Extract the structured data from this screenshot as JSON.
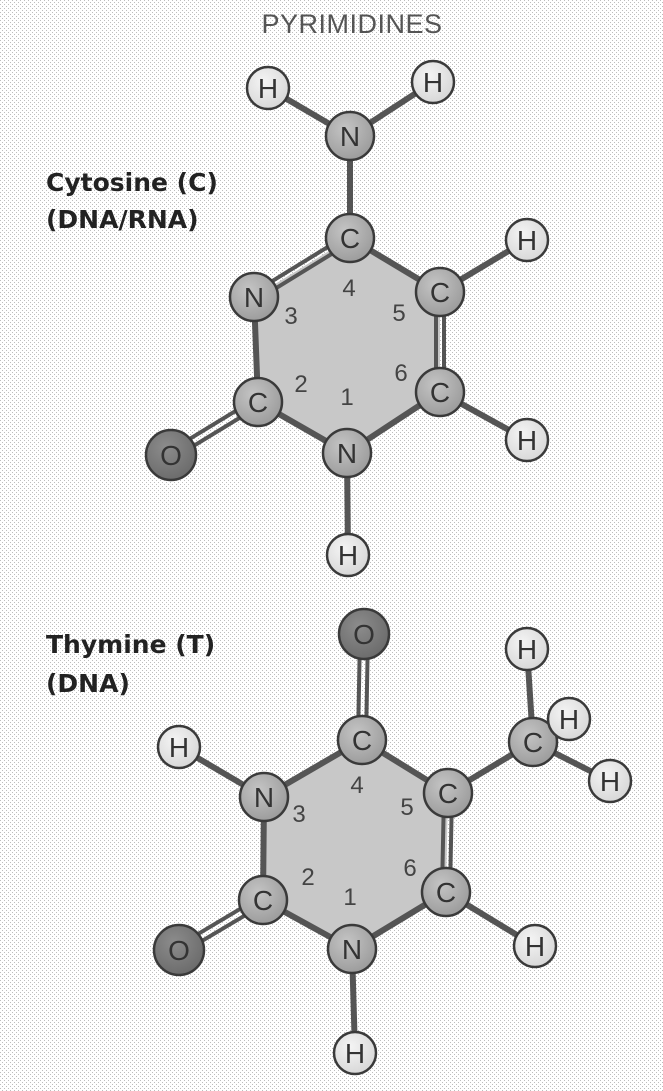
{
  "heading": "PYRIMIDINES",
  "colors": {
    "background_dots": "#bdbdbd",
    "ring_fill": "#c8c8c8",
    "bond": "#555555",
    "hydrogen": "#d6d6d6",
    "carbon_nitrogen": "#9a9a9a",
    "oxygen": "#6a6a6a"
  },
  "molecules": [
    {
      "name_line1": "Cytosine (C)",
      "name_line2": "(DNA/RNA)",
      "atoms": [
        {
          "id": "N_amine",
          "symbol": "N"
        },
        {
          "id": "H_amine_left",
          "symbol": "H"
        },
        {
          "id": "H_amine_right",
          "symbol": "H"
        },
        {
          "id": "C4",
          "symbol": "C"
        },
        {
          "id": "C5",
          "symbol": "C"
        },
        {
          "id": "C6",
          "symbol": "C"
        },
        {
          "id": "N1",
          "symbol": "N"
        },
        {
          "id": "C2",
          "symbol": "C"
        },
        {
          "id": "N3",
          "symbol": "N"
        },
        {
          "id": "O2",
          "symbol": "O"
        },
        {
          "id": "H5",
          "symbol": "H"
        },
        {
          "id": "H6",
          "symbol": "H"
        },
        {
          "id": "H1",
          "symbol": "H"
        }
      ],
      "bonds": [
        {
          "from": "N_amine",
          "to": "H_amine_left",
          "order": 1
        },
        {
          "from": "N_amine",
          "to": "H_amine_right",
          "order": 1
        },
        {
          "from": "N_amine",
          "to": "C4",
          "order": 1
        },
        {
          "from": "C4",
          "to": "C5",
          "order": 1
        },
        {
          "from": "C5",
          "to": "C6",
          "order": 2
        },
        {
          "from": "C6",
          "to": "N1",
          "order": 1
        },
        {
          "from": "N1",
          "to": "C2",
          "order": 1
        },
        {
          "from": "C2",
          "to": "N3",
          "order": 1
        },
        {
          "from": "N3",
          "to": "C4",
          "order": 2
        },
        {
          "from": "C2",
          "to": "O2",
          "order": 2
        },
        {
          "from": "C5",
          "to": "H5",
          "order": 1
        },
        {
          "from": "C6",
          "to": "H6",
          "order": 1
        },
        {
          "from": "N1",
          "to": "H1",
          "order": 1
        }
      ],
      "positions": [
        "1",
        "2",
        "3",
        "4",
        "5",
        "6"
      ]
    },
    {
      "name_line1": "Thymine (T)",
      "name_line2": "(DNA)",
      "atoms": [
        {
          "id": "O4",
          "symbol": "O"
        },
        {
          "id": "C4",
          "symbol": "C"
        },
        {
          "id": "C5",
          "symbol": "C"
        },
        {
          "id": "C6",
          "symbol": "C"
        },
        {
          "id": "N1",
          "symbol": "N"
        },
        {
          "id": "C2",
          "symbol": "C"
        },
        {
          "id": "N3",
          "symbol": "N"
        },
        {
          "id": "O2",
          "symbol": "O"
        },
        {
          "id": "H3",
          "symbol": "H"
        },
        {
          "id": "C_methyl",
          "symbol": "C"
        },
        {
          "id": "H_methyl_top",
          "symbol": "H"
        },
        {
          "id": "H_methyl_mid",
          "symbol": "H"
        },
        {
          "id": "H_methyl_right",
          "symbol": "H"
        },
        {
          "id": "H6",
          "symbol": "H"
        },
        {
          "id": "H1",
          "symbol": "H"
        }
      ],
      "bonds": [
        {
          "from": "O4",
          "to": "C4",
          "order": 2
        },
        {
          "from": "C4",
          "to": "C5",
          "order": 1
        },
        {
          "from": "C5",
          "to": "C6",
          "order": 2
        },
        {
          "from": "C6",
          "to": "N1",
          "order": 1
        },
        {
          "from": "N1",
          "to": "C2",
          "order": 1
        },
        {
          "from": "C2",
          "to": "N3",
          "order": 1
        },
        {
          "from": "N3",
          "to": "C4",
          "order": 1
        },
        {
          "from": "C2",
          "to": "O2",
          "order": 2
        },
        {
          "from": "N3",
          "to": "H3",
          "order": 1
        },
        {
          "from": "C5",
          "to": "C_methyl",
          "order": 1
        },
        {
          "from": "C_methyl",
          "to": "H_methyl_top",
          "order": 1
        },
        {
          "from": "C_methyl",
          "to": "H_methyl_mid",
          "order": 1
        },
        {
          "from": "C_methyl",
          "to": "H_methyl_right",
          "order": 1
        },
        {
          "from": "C6",
          "to": "H6",
          "order": 1
        },
        {
          "from": "N1",
          "to": "H1",
          "order": 1
        }
      ],
      "positions": [
        "1",
        "2",
        "3",
        "4",
        "5",
        "6"
      ]
    }
  ]
}
